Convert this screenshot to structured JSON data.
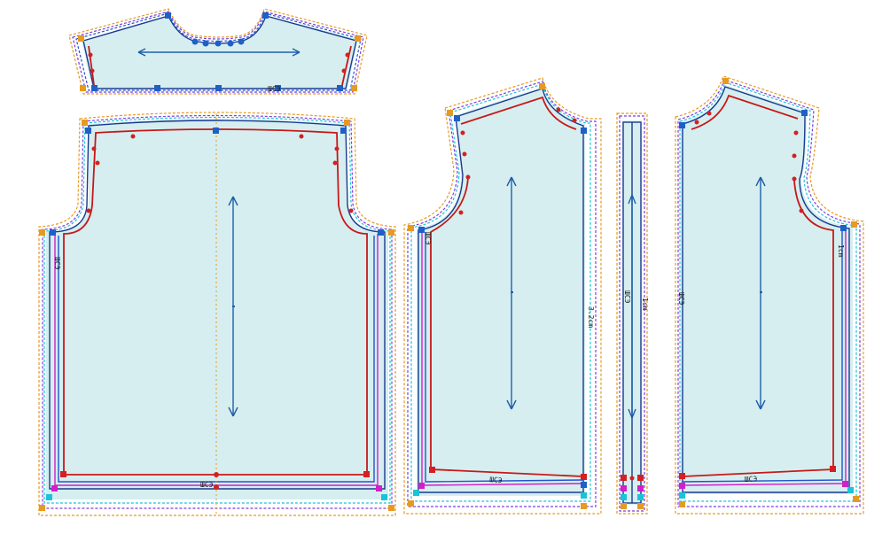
{
  "colors": {
    "piece_fill": "#d6eef0",
    "cut_line_orange": "#e69a22",
    "allowance_purple": "#7b3fe0",
    "allowance_blue": "#2255cc",
    "allowance_cyan": "#18c4d8",
    "allowance_magenta": "#d31fc8",
    "stitch_red": "#c71919",
    "stitch_navy": "#1a3a8f",
    "grainline": "#1f5fa8",
    "handle_red": "#d42020",
    "handle_blue": "#1f5fc8",
    "handle_orange": "#e69a22"
  },
  "pieces": [
    {
      "id": "neck-facing",
      "labels": [
        {
          "text": "ШСЭ"
        }
      ]
    },
    {
      "id": "back",
      "labels": [
        {
          "text": "ШСЭ"
        },
        {
          "text": "ШСЭ"
        }
      ]
    },
    {
      "id": "front-left",
      "labels": [
        {
          "text": "ШСЭ"
        },
        {
          "text": "3.2cm"
        },
        {
          "text": "ШСЭ"
        }
      ]
    },
    {
      "id": "placket",
      "labels": [
        {
          "text": "ШСЭ"
        },
        {
          "text": "1cm"
        }
      ]
    },
    {
      "id": "front-right",
      "labels": [
        {
          "text": "ШСЭ"
        },
        {
          "text": "1cm"
        },
        {
          "text": "ШСЭ"
        }
      ]
    }
  ]
}
